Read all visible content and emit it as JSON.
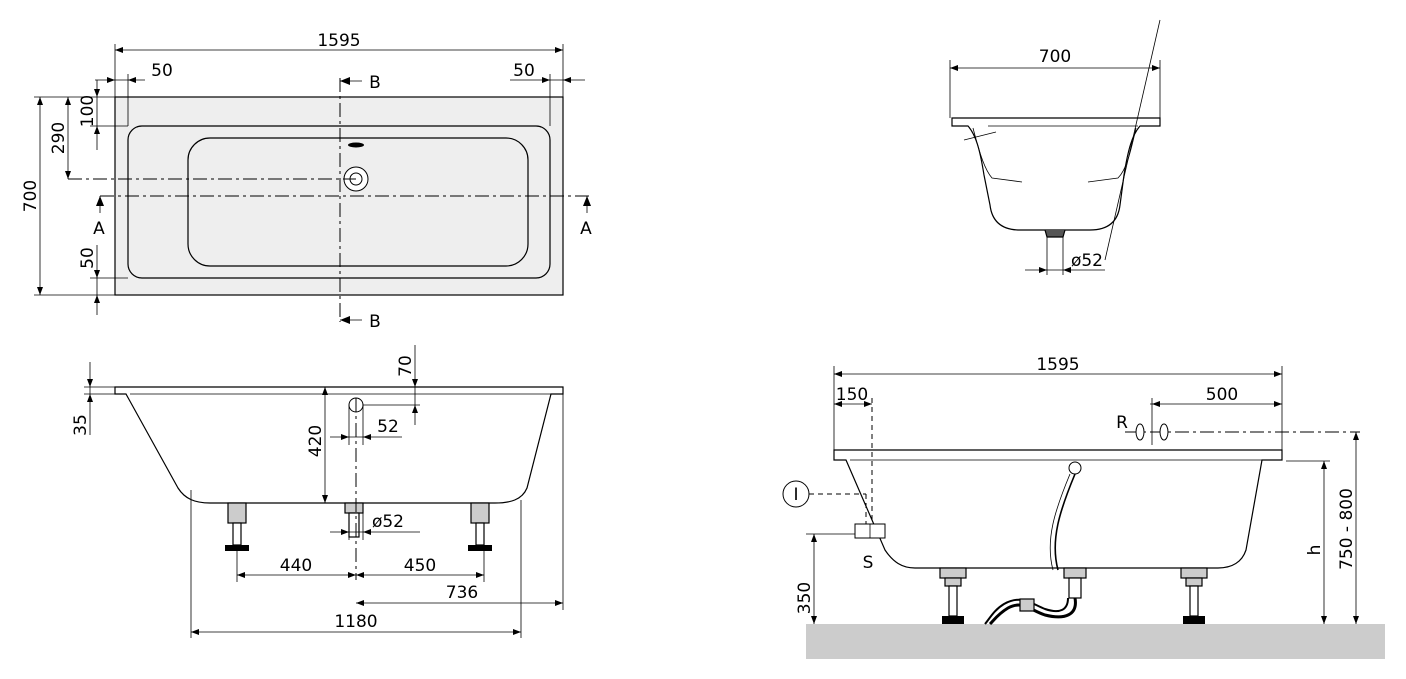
{
  "top_view": {
    "dim_length": "1595",
    "dim_rim_left": "50",
    "dim_rim_right": "50",
    "dim_width": "700",
    "dim_drain_offset": "290",
    "dim_rim_top": "100",
    "dim_rim_bottom": "50",
    "section_a_left": "A",
    "section_a_right": "A",
    "section_b_top": "B",
    "section_b_bottom": "B"
  },
  "section_b_view": {
    "dim_width": "700",
    "dim_drain": "ø52"
  },
  "section_a_view": {
    "dim_rim_thickness": "35",
    "dim_top_offset": "70",
    "dim_depth": "420",
    "dim_overflow": "52",
    "dim_drain": "ø52",
    "dim_foot_left": "440",
    "dim_foot_right": "450",
    "dim_offset": "736",
    "dim_base": "1180"
  },
  "install_view": {
    "dim_length": "1595",
    "dim_left": "150",
    "dim_right": "500",
    "label_r": "R",
    "label_s": "S",
    "label_circle": "I",
    "dim_height_var": "h",
    "dim_height_range": "750 - 800",
    "dim_floor": "350"
  }
}
